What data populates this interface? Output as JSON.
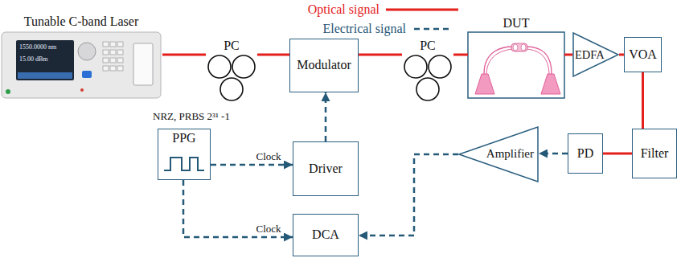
{
  "diagram": {
    "nodes": [
      {
        "text": [
          "Tunable C-band Laser"
        ]
      },
      {
        "text": [
          "PC"
        ]
      },
      {
        "text": [
          "Modulator"
        ]
      },
      {
        "text": [
          "PC"
        ]
      },
      {
        "text": [
          "DUT"
        ]
      },
      {
        "text": [
          "EDFA"
        ]
      },
      {
        "text": [
          "VOA"
        ]
      },
      {
        "text": [
          "PPG"
        ]
      },
      {
        "text": [
          "Driver"
        ]
      },
      {
        "text": [
          "Amplifier"
        ]
      },
      {
        "text": [
          "PD"
        ]
      },
      {
        "text": [
          "Filter"
        ]
      },
      {
        "text": [
          "DCA"
        ]
      }
    ],
    "edges": [
      {
        "from": 0,
        "to": 1,
        "arrow": "none"
      },
      {
        "from": 1,
        "to": 2,
        "arrow": "none"
      },
      {
        "from": 2,
        "to": 3,
        "arrow": "none"
      },
      {
        "from": 3,
        "to": 4,
        "arrow": "none"
      },
      {
        "from": 4,
        "to": 5,
        "arrow": "none"
      },
      {
        "from": 5,
        "to": 6,
        "arrow": "none"
      },
      {
        "from": 6,
        "to": 11,
        "arrow": "none"
      },
      {
        "from": 11,
        "to": 10,
        "arrow": "none"
      },
      {
        "from": 10,
        "to": 9,
        "arrow": "to"
      },
      {
        "from": 9,
        "to": 12,
        "arrow": "to"
      },
      {
        "from": 7,
        "to": 8,
        "label": "Clock",
        "arrow": "to"
      },
      {
        "from": 7,
        "to": 12,
        "label": "Clock",
        "arrow": "to"
      },
      {
        "from": 8,
        "to": 2,
        "arrow": "to"
      }
    ],
    "labels": [
      "NRZ, PRBS 2³¹ -1",
      "1550.0000 nm",
      "15.00 dBm"
    ],
    "legend": [
      {
        "text": "Optical signal"
      },
      {
        "text": "Electrical signal"
      }
    ]
  }
}
